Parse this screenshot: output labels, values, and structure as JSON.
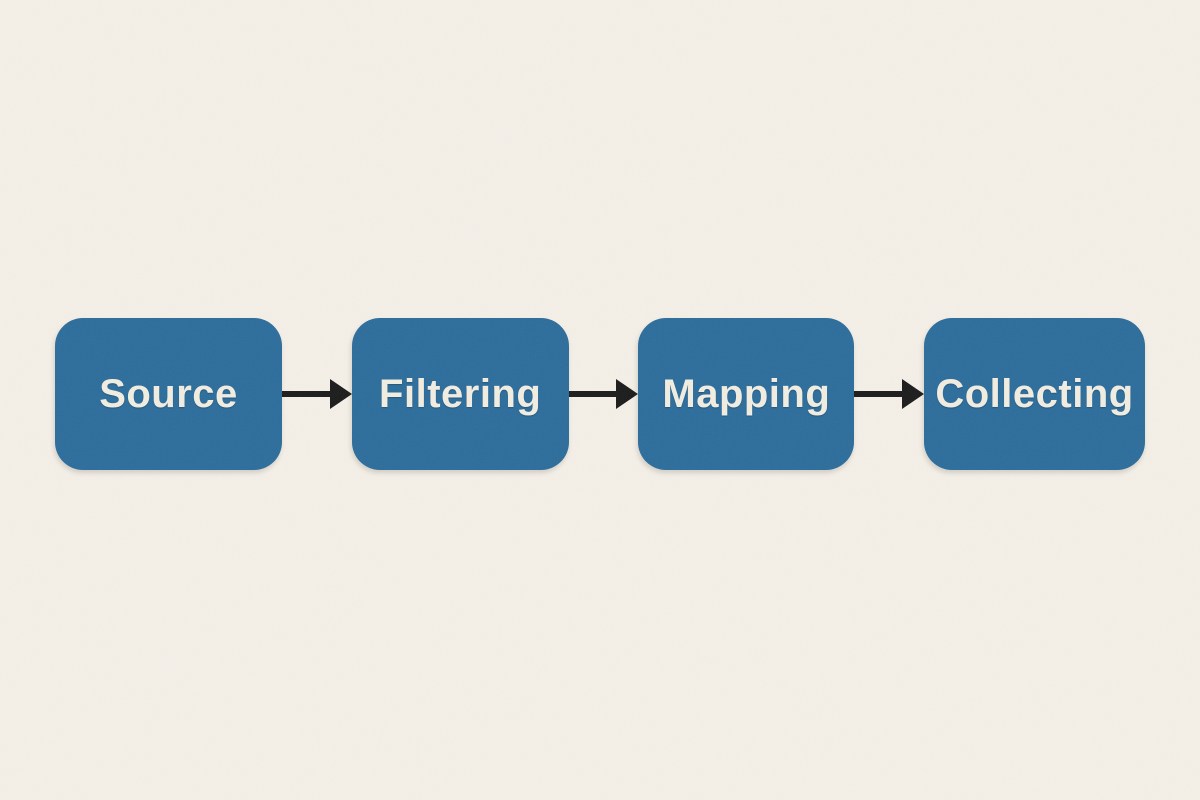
{
  "diagram": {
    "type": "flowchart",
    "direction": "left-to-right",
    "nodes": [
      {
        "label": "Source"
      },
      {
        "label": "Filtering"
      },
      {
        "label": "Mapping"
      },
      {
        "label": "Collecting"
      }
    ],
    "connections": [
      {
        "from": "Source",
        "to": "Filtering"
      },
      {
        "from": "Filtering",
        "to": "Mapping"
      },
      {
        "from": "Mapping",
        "to": "Collecting"
      }
    ],
    "colors": {
      "background_color": "#f4f0e8",
      "box_color": "#2d6d9c",
      "text_color": "#f1ede1",
      "arrow_color": "#1c1c1c"
    }
  }
}
